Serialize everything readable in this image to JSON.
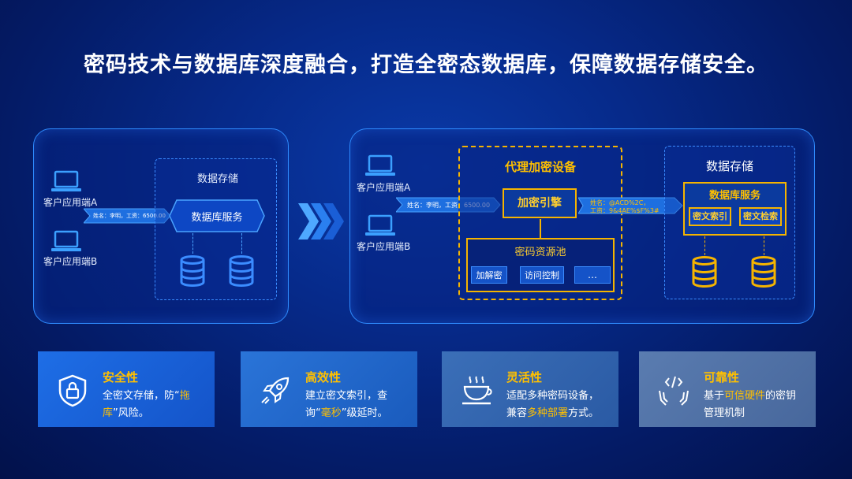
{
  "title": "密码技术与数据库深度融合，打造全密态数据库，保障数据存储安全。",
  "left": {
    "client_a": "客户应用端A",
    "client_b": "客户应用端B",
    "data_storage": "数据存储",
    "db_service": "数据库服务",
    "arrow_text": "姓名：李明，工资：6500.00"
  },
  "right": {
    "client_a": "客户应用端A",
    "client_b": "客户应用端B",
    "arrow_text": "姓名：李明，工资：6500.00",
    "proxy_title": "代理加密设备",
    "encrypt_engine": "加密引擎",
    "cipher_line1": "姓名：@ACD%2C，",
    "cipher_line2": "工资：9&4AE%$F%3#",
    "pool_title": "密码资源池",
    "pool_items": [
      "加解密",
      "访问控制",
      "…"
    ],
    "storage_title": "数据存储",
    "db_service": "数据库服务",
    "cipher_index": "密文索引",
    "cipher_search": "密文检索"
  },
  "features": [
    {
      "icon": "lock-shield-icon",
      "title": "安全性",
      "desc_a": "全密文存储，防“",
      "hl": "拖",
      "desc_b": "库",
      "desc_c": "”风险。"
    },
    {
      "icon": "rocket-icon",
      "title": "高效性",
      "line1": "建立密文索引，查",
      "line2_a": "询“",
      "hl": "毫秒",
      "line2_b": "”级延时。"
    },
    {
      "icon": "cup-icon",
      "title": "灵活性",
      "line1": "适配多种密码设备，",
      "line2_a": "兼容",
      "hl": "多种部署",
      "line2_b": "方式。"
    },
    {
      "icon": "hands-code-icon",
      "title": "可靠性",
      "line1_a": "基于",
      "hl": "可信硬件",
      "line1_b": "的密钥",
      "line2": "管理机制"
    }
  ],
  "colors": {
    "accent": "#ffc000",
    "panel_border": "#2f8cff"
  }
}
